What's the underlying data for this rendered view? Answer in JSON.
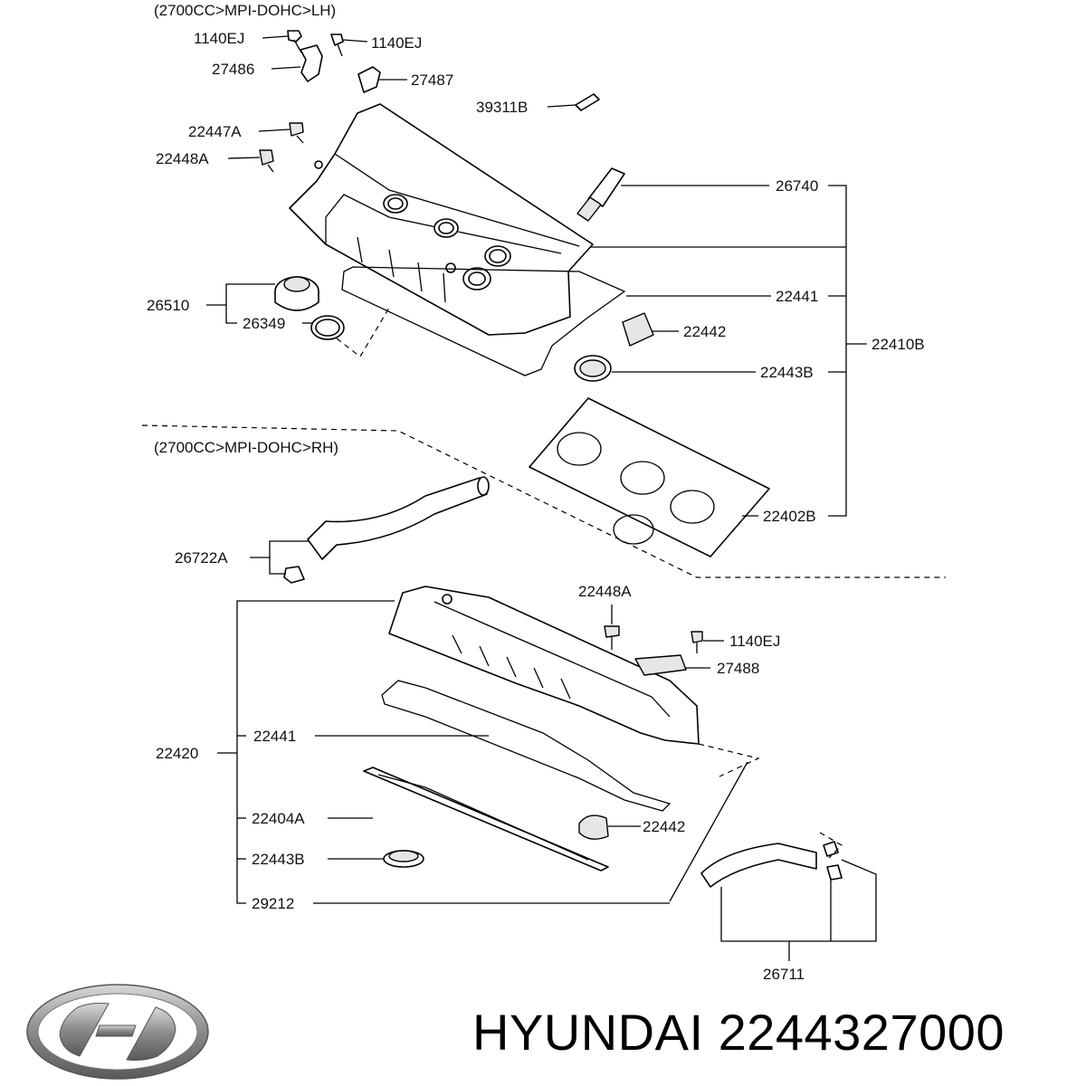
{
  "sections": {
    "lh": "(2700CC>MPI-DOHC>LH)",
    "rh": "(2700CC>MPI-DOHC>RH)"
  },
  "labels": {
    "p1140ej_a": "1140EJ",
    "p1140ej_b": "1140EJ",
    "p27486": "27486",
    "p27487": "27487",
    "p39311b": "39311B",
    "p22447a": "22447A",
    "p22448a_top": "22448A",
    "p26740": "26740",
    "p26510": "26510",
    "p26349": "26349",
    "p22441_top": "22441",
    "p22442_top": "22442",
    "p22410b": "22410B",
    "p22443b_top": "22443B",
    "p22402b": "22402B",
    "p26722a": "26722A",
    "p22448a_bot": "22448A",
    "p1140ej_c": "1140EJ",
    "p27488": "27488",
    "p22420": "22420",
    "p22441_bot": "22441",
    "p22404a": "22404A",
    "p22442_bot": "22442",
    "p22443b_bot": "22443B",
    "p29212": "29212",
    "p26711": "26711"
  },
  "brand": {
    "text": "HYUNDAI 2244327000",
    "logo": "hyundai-logo"
  }
}
